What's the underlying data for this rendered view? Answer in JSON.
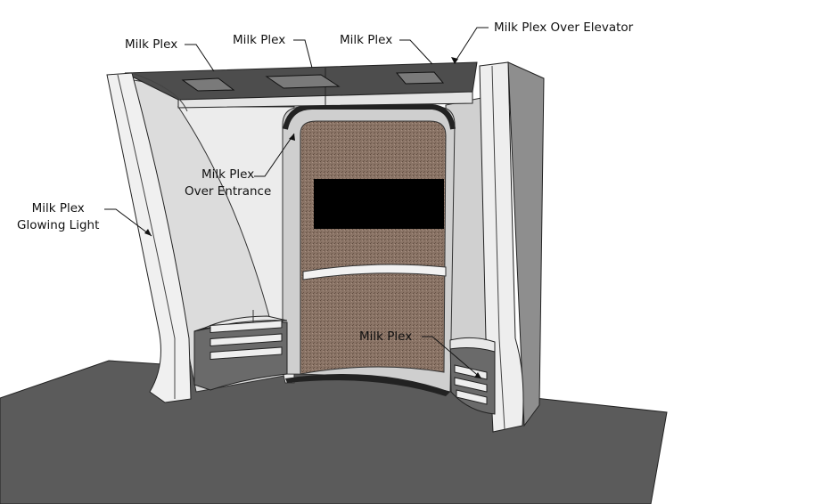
{
  "labels": {
    "top_1": "Milk Plex",
    "top_2": "Milk Plex",
    "top_3": "Milk Plex",
    "over_elevator": "Milk Plex Over Elevator",
    "over_entrance_line1": "Milk Plex",
    "over_entrance_line2": "Over Entrance",
    "glowing_light_line1": "Milk Plex",
    "glowing_light_line2": "Glowing Light",
    "counter": "Milk Plex"
  },
  "colors": {
    "floor": "#5b5b5b",
    "canopy_top": "#4d4d4d",
    "elevator_texture": "#8a7466",
    "panel_black": "#000000"
  }
}
